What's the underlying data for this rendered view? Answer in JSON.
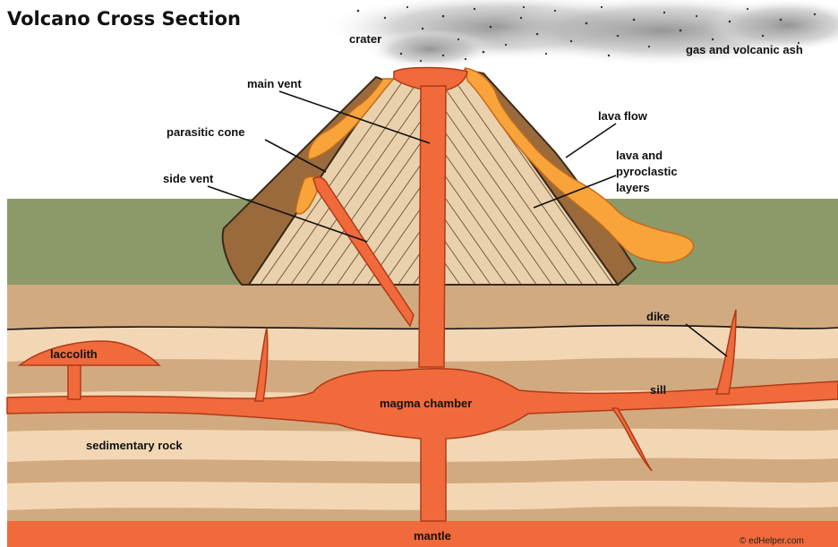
{
  "title": "Volcano Cross Section",
  "labels": {
    "crater": "crater",
    "gas_ash": "gas and volcanic ash",
    "main_vent": "main vent",
    "lava_flow": "lava flow",
    "parasitic_cone": "parasitic cone",
    "lava_pyro_1": "lava and",
    "lava_pyro_2": "pyroclastic",
    "lava_pyro_3": "layers",
    "side_vent": "side vent",
    "dike": "dike",
    "laccolith": "laccolith",
    "sill": "sill",
    "magma_chamber": "magma chamber",
    "sedimentary_rock": "sedimentary rock",
    "mantle": "mantle"
  },
  "credit": "© edHelper.com",
  "colors": {
    "magma": "#f06a3c",
    "lava": "#f8a43a",
    "grass": "#8c9a6a",
    "rock_dark": "#d2aa80",
    "rock_light": "#f3d7b5",
    "cone_light": "#e9cfa8",
    "cone_brown": "#9a6a3c",
    "ash": "#a0a0a0"
  }
}
